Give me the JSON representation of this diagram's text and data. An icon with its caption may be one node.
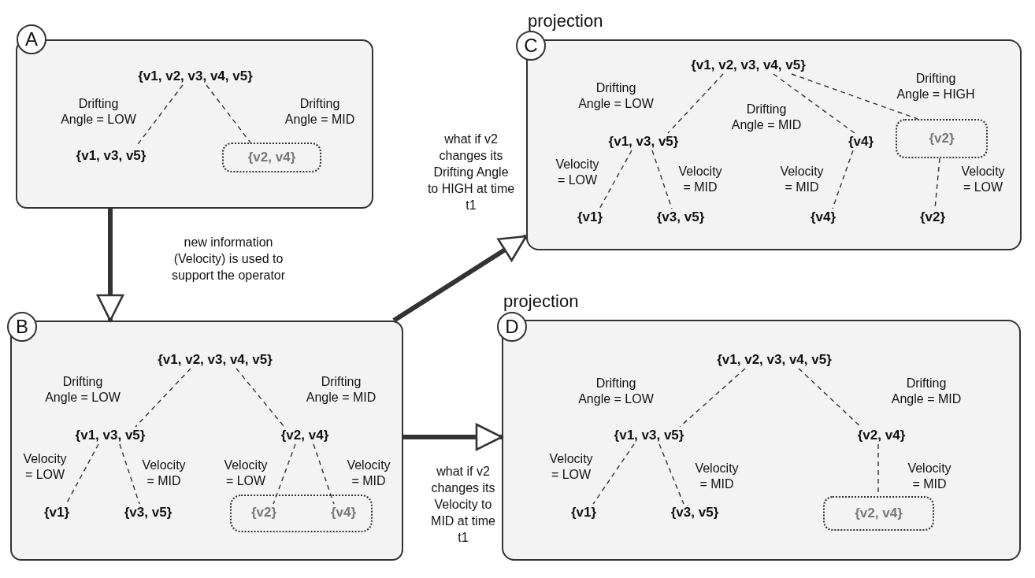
{
  "diagram": {
    "nodes": [
      {
        "text": [],
        "shape": "box"
      },
      {
        "text": [
          "A"
        ]
      },
      {
        "text": [
          "{v1, v2, v3, v4, v5}"
        ],
        "in": 0
      },
      {
        "text": [
          "{v1, v3, v5}"
        ],
        "in": 0
      },
      {
        "text": [
          "{v2, v4}"
        ],
        "in": 0
      },
      {
        "text": [],
        "shape": "box"
      },
      {
        "text": [
          "B"
        ]
      },
      {
        "text": [
          "{v1, v2, v3, v4, v5}"
        ],
        "in": 5
      },
      {
        "text": [
          "{v1, v3, v5}"
        ],
        "in": 5
      },
      {
        "text": [
          "{v2, v4}"
        ],
        "in": 5
      },
      {
        "text": [
          "{v1}"
        ],
        "in": 5
      },
      {
        "text": [
          "{v3, v5}"
        ],
        "in": 5
      },
      {
        "text": [],
        "shape": "box",
        "in": 5
      },
      {
        "text": [
          "{v2}"
        ],
        "in": 12
      },
      {
        "text": [
          "{v4}"
        ],
        "in": 12
      },
      {
        "text": [
          "projection"
        ]
      },
      {
        "text": [
          "C"
        ]
      },
      {
        "text": [
          "{v1, v2, v3, v4, v5}"
        ],
        "in": 15
      },
      {
        "text": [
          "{v1, v3, v5}"
        ],
        "in": 15
      },
      {
        "text": [
          "{v4}"
        ],
        "in": 15
      },
      {
        "text": [
          "{v2}"
        ],
        "in": 15
      },
      {
        "text": [
          "{v1}"
        ],
        "in": 15
      },
      {
        "text": [
          "{v3, v5}"
        ],
        "in": 15
      },
      {
        "text": [
          "{v4}"
        ],
        "in": 15
      },
      {
        "text": [
          "{v2}"
        ],
        "in": 15
      },
      {
        "text": [
          "projection"
        ]
      },
      {
        "text": [
          "D"
        ]
      },
      {
        "text": [
          "{v1, v2, v3, v4, v5}"
        ],
        "in": 25
      },
      {
        "text": [
          "{v1, v3, v5}"
        ],
        "in": 25
      },
      {
        "text": [
          "{v2, v4}"
        ],
        "in": 25
      },
      {
        "text": [
          "{v1}"
        ],
        "in": 25
      },
      {
        "text": [
          "{v3, v5}"
        ],
        "in": 25
      },
      {
        "text": [
          "{v2, v4}"
        ],
        "in": 25
      }
    ],
    "edges": [
      {
        "from": 0,
        "to": 5,
        "arrow": "to",
        "style": "thick",
        "label": "new information (Velocity) is used to support the operator"
      },
      {
        "from": 5,
        "to": 15,
        "arrow": "to",
        "style": "thick",
        "label": "what if v2 changes its Drifting Angle to HIGH at time t1"
      },
      {
        "from": 5,
        "to": 25,
        "arrow": "to",
        "style": "thick",
        "label": "what if v2 changes its Velocity to MID at time t1"
      },
      {
        "from": 2,
        "to": 3,
        "arrow": "none",
        "style": "dashed",
        "label": "Drifting Angle = LOW"
      },
      {
        "from": 2,
        "to": 4,
        "arrow": "none",
        "style": "dashed",
        "label": "Drifting Angle = MID"
      },
      {
        "from": 7,
        "to": 8,
        "arrow": "none",
        "style": "dashed",
        "label": "Drifting Angle = LOW"
      },
      {
        "from": 7,
        "to": 9,
        "arrow": "none",
        "style": "dashed",
        "label": "Drifting Angle = MID"
      },
      {
        "from": 8,
        "to": 10,
        "arrow": "none",
        "style": "dashed",
        "label": "Velocity = LOW"
      },
      {
        "from": 8,
        "to": 11,
        "arrow": "none",
        "style": "dashed",
        "label": "Velocity = MID"
      },
      {
        "from": 9,
        "to": 13,
        "arrow": "none",
        "style": "dashed",
        "label": "Velocity = LOW"
      },
      {
        "from": 9,
        "to": 14,
        "arrow": "none",
        "style": "dashed",
        "label": "Velocity = MID"
      },
      {
        "from": 17,
        "to": 18,
        "arrow": "none",
        "style": "dashed",
        "label": "Drifting Angle = LOW"
      },
      {
        "from": 17,
        "to": 19,
        "arrow": "none",
        "style": "dashed",
        "label": "Drifting Angle = MID"
      },
      {
        "from": 17,
        "to": 20,
        "arrow": "none",
        "style": "dashed",
        "label": "Drifting Angle = HIGH"
      },
      {
        "from": 18,
        "to": 21,
        "arrow": "none",
        "style": "dashed",
        "label": "Velocity = LOW"
      },
      {
        "from": 18,
        "to": 22,
        "arrow": "none",
        "style": "dashed",
        "label": "Velocity = MID"
      },
      {
        "from": 19,
        "to": 23,
        "arrow": "none",
        "style": "dashed",
        "label": "Velocity = MID"
      },
      {
        "from": 20,
        "to": 24,
        "arrow": "none",
        "style": "dashed",
        "label": "Velocity = LOW"
      },
      {
        "from": 27,
        "to": 28,
        "arrow": "none",
        "style": "dashed",
        "label": "Drifting Angle = LOW"
      },
      {
        "from": 27,
        "to": 29,
        "arrow": "none",
        "style": "dashed",
        "label": "Drifting Angle = MID"
      },
      {
        "from": 28,
        "to": 30,
        "arrow": "none",
        "style": "dashed",
        "label": "Velocity = LOW"
      },
      {
        "from": 28,
        "to": 31,
        "arrow": "none",
        "style": "dashed",
        "label": "Velocity = MID"
      },
      {
        "from": 29,
        "to": 32,
        "arrow": "none",
        "style": "dashed",
        "label": "Velocity = MID"
      }
    ]
  }
}
